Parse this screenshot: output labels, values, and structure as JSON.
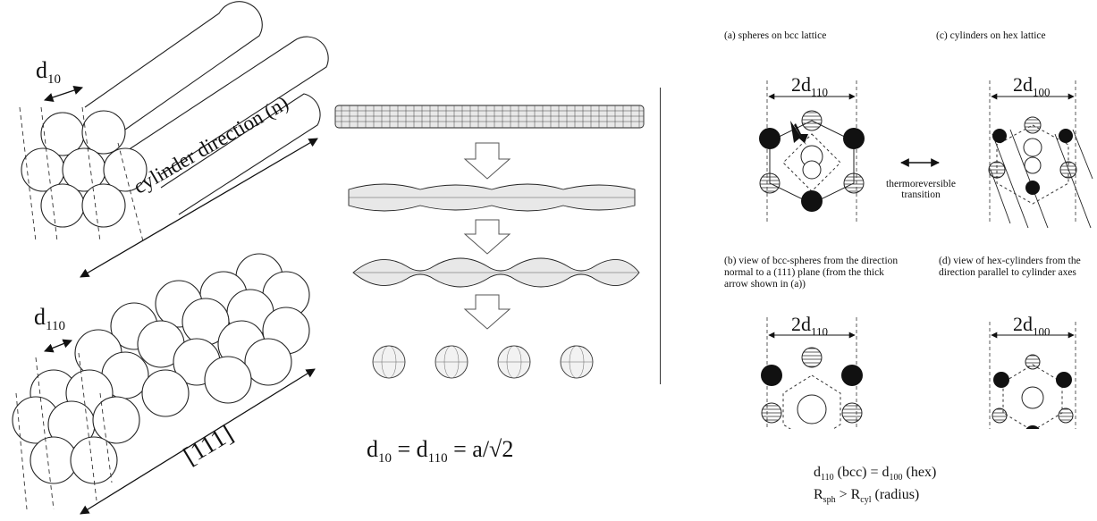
{
  "left": {
    "top_label_base": "d",
    "top_label_sub": "10",
    "top_axis_label": "cylinder direction (n)",
    "bottom_label_base": "d",
    "bottom_label_sub": "110",
    "bottom_axis_label": "[111]"
  },
  "middle": {
    "equation": {
      "d1": "d",
      "s1": "10",
      "eq1": " = ",
      "d2": "d",
      "s2": "110",
      "eq2": " = a/√2"
    }
  },
  "right": {
    "panel_a_title": "(a)  spheres on bcc lattice",
    "panel_c_title": "(c)  cylinders on hex lattice",
    "panel_b_title": "(b)  view of bcc-spheres from the direction normal to a (111) plane (from the thick arrow shown in (a))",
    "panel_d_title": "(d)  view of hex-cylinders from the direction parallel to cylinder axes",
    "transition_label_line1": "thermoreversible",
    "transition_label_line2": "transition",
    "dim_a": {
      "base": "2d",
      "sub": "110"
    },
    "dim_c": {
      "base": "2d",
      "sub": "100"
    },
    "dim_b": {
      "base": "2d",
      "sub": "110"
    },
    "dim_d": {
      "base": "2d",
      "sub": "100"
    },
    "relation1": {
      "d": "d",
      "s1": "110",
      "mid": " (bcc) = d",
      "s2": "100",
      "end": " (hex)"
    },
    "relation2": {
      "r1": "R",
      "s1": "sph",
      "mid": " > R",
      "s2": "cyl",
      "end": " (radius)"
    }
  }
}
